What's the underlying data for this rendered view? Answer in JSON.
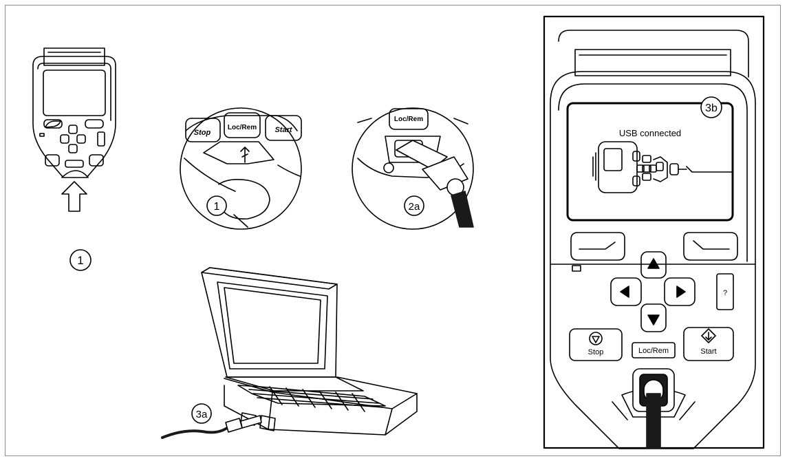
{
  "callouts": {
    "step1_main": "1",
    "step1_detail": "1",
    "step2a": "2a",
    "step3a": "3a",
    "step3b": "3b"
  },
  "keypad": {
    "stop": "Stop",
    "loc_rem": "Loc/Rem",
    "start": "Start",
    "help": "?"
  },
  "screen": {
    "message": "USB connected"
  },
  "colors": {
    "line": "#000000",
    "cable": "#1a1a1a",
    "panel_fill": "#ffffff"
  }
}
